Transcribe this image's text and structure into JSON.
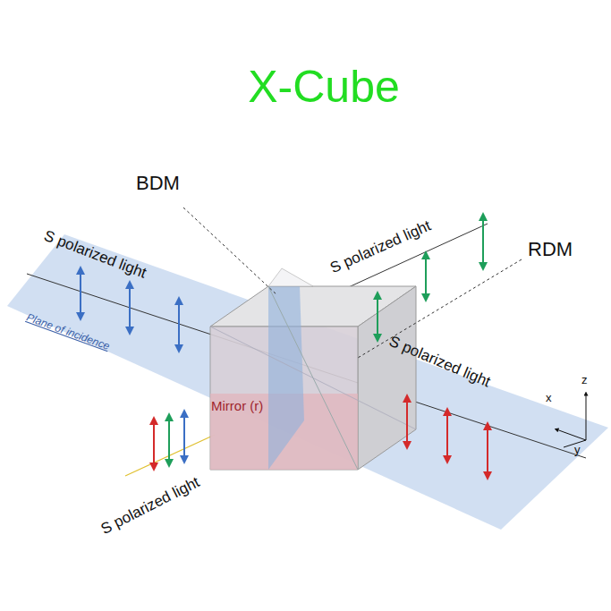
{
  "diagram": {
    "title": "X-Cube",
    "labels": [
      "BDM",
      "S polarized light",
      "S polarized light",
      "RDM",
      "Plane of incidence",
      "S polarized light",
      "Mirror (r)",
      "z",
      "x",
      "y",
      "S polarized light"
    ]
  }
}
